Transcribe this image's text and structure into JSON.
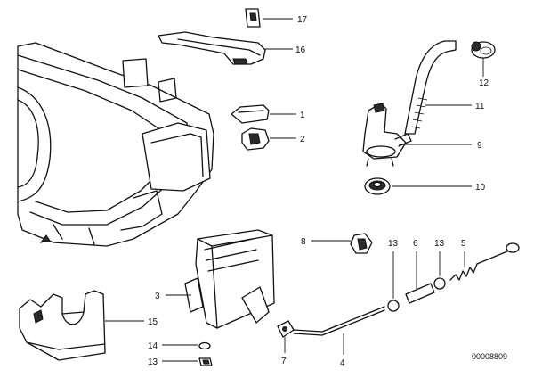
{
  "callouts": {
    "c1": "1",
    "c2": "2",
    "c3": "3",
    "c5": "5",
    "c6": "6",
    "c7": "7",
    "c8": "8",
    "c9": "9",
    "c10": "10",
    "c11": "11",
    "c12": "12",
    "c13a": "13",
    "c13b": "13",
    "c13c": "13",
    "c14": "14",
    "c15": "15",
    "c16": "16",
    "c17": "17",
    "c4": "4"
  },
  "drawing_code": "00008809"
}
